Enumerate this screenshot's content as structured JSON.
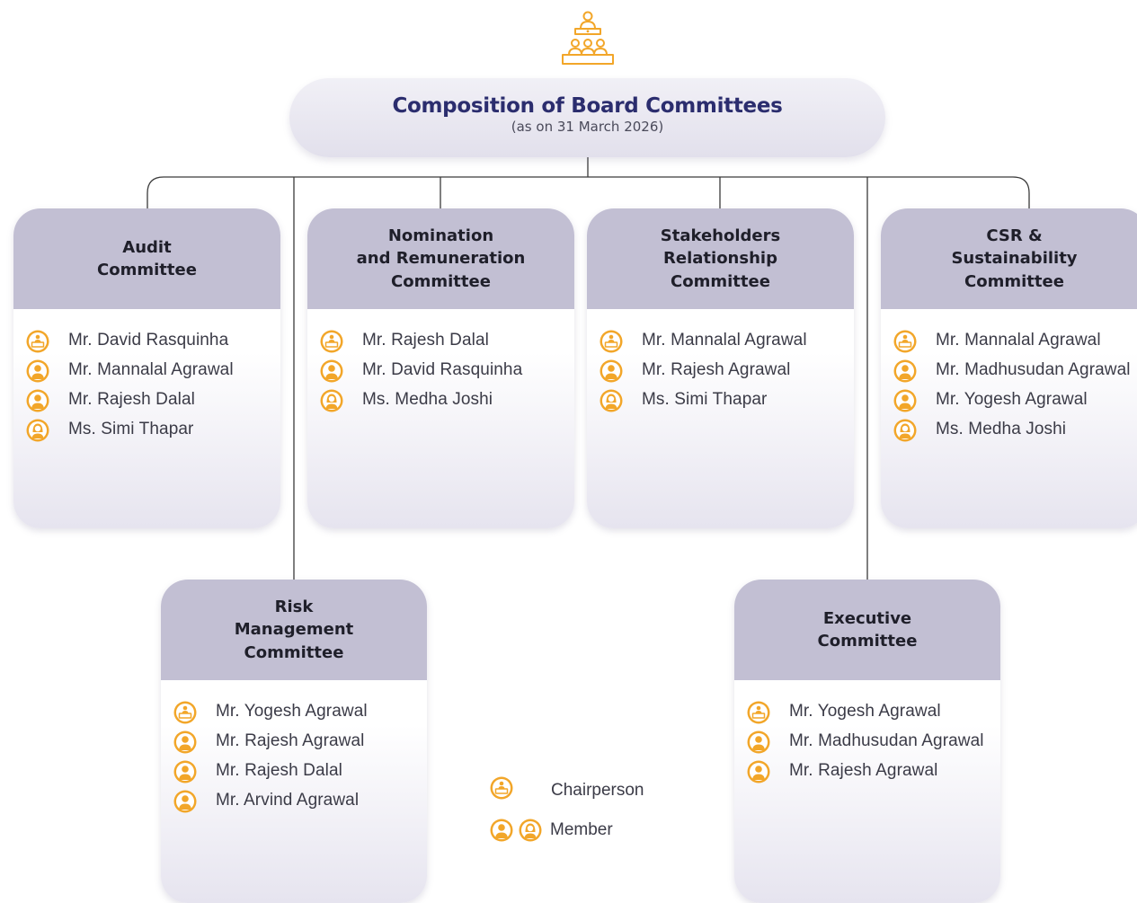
{
  "title": "Composition of Board Committees",
  "subtitle": "(as on 31 March 2026)",
  "committees": [
    {
      "title_lines": [
        "Audit",
        "Committee"
      ],
      "members": [
        {
          "name": "Mr. David Rasquinha",
          "role": "chairperson"
        },
        {
          "name": "Mr. Mannalal Agrawal",
          "role": "member-male"
        },
        {
          "name": "Mr. Rajesh Dalal",
          "role": "member-male"
        },
        {
          "name": "Ms. Simi Thapar",
          "role": "member-female"
        }
      ]
    },
    {
      "title_lines": [
        "Nomination",
        "and Remuneration",
        "Committee"
      ],
      "members": [
        {
          "name": "Mr. Rajesh Dalal",
          "role": "chairperson"
        },
        {
          "name": "Mr. David Rasquinha",
          "role": "member-male"
        },
        {
          "name": "Ms. Medha Joshi",
          "role": "member-female"
        }
      ]
    },
    {
      "title_lines": [
        "Stakeholders",
        "Relationship",
        "Committee"
      ],
      "members": [
        {
          "name": "Mr. Mannalal Agrawal",
          "role": "chairperson"
        },
        {
          "name": "Mr. Rajesh Agrawal",
          "role": "member-male"
        },
        {
          "name": "Ms. Simi Thapar",
          "role": "member-female"
        }
      ]
    },
    {
      "title_lines": [
        "CSR &",
        "Sustainability",
        "Committee"
      ],
      "members": [
        {
          "name": "Mr. Mannalal Agrawal",
          "role": "chairperson"
        },
        {
          "name": "Mr. Madhusudan Agrawal",
          "role": "member-male"
        },
        {
          "name": "Mr. Yogesh Agrawal",
          "role": "member-male"
        },
        {
          "name": "Ms. Medha Joshi",
          "role": "member-female"
        }
      ]
    },
    {
      "title_lines": [
        "Risk",
        "Management",
        "Committee"
      ],
      "members": [
        {
          "name": "Mr. Yogesh Agrawal",
          "role": "chairperson"
        },
        {
          "name": "Mr. Rajesh Agrawal",
          "role": "member-male"
        },
        {
          "name": "Mr. Rajesh Dalal",
          "role": "member-male"
        },
        {
          "name": "Mr. Arvind Agrawal",
          "role": "member-male"
        }
      ]
    },
    {
      "title_lines": [
        "Executive",
        "Committee"
      ],
      "members": [
        {
          "name": "Mr. Yogesh Agrawal",
          "role": "chairperson"
        },
        {
          "name": "Mr. Madhusudan Agrawal",
          "role": "member-male"
        },
        {
          "name": "Mr. Rajesh Agrawal",
          "role": "member-male"
        }
      ]
    }
  ],
  "legend": {
    "chairperson_label": "Chairperson",
    "member_label": "Member"
  },
  "colors": {
    "accent": "#f2a629",
    "title": "#2b2d6e",
    "card_header": "#c2bfd3",
    "connector": "#3a3a3a"
  },
  "icons": {
    "header": "board-meeting-icon",
    "chairperson": "chairperson-icon",
    "member_male": "member-male-icon",
    "member_female": "member-female-icon"
  }
}
